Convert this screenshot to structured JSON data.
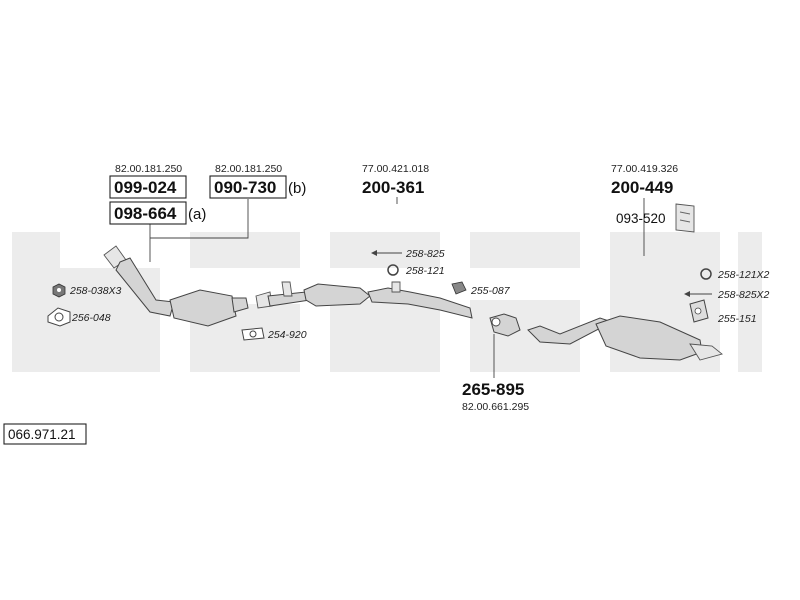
{
  "diagram_id": "066.971.21",
  "parts": {
    "p099_024": {
      "number": "099-024",
      "oe": "82.00.181.250"
    },
    "p098_664": {
      "number": "098-664",
      "suffix": "(a)"
    },
    "p090_730": {
      "number": "090-730",
      "suffix": "(b)",
      "oe": "82.00.181.250"
    },
    "p200_361": {
      "number": "200-361",
      "oe": "77.00.421.018"
    },
    "p200_449": {
      "number": "200-449",
      "oe": "77.00.419.326"
    },
    "p093_520": {
      "number": "093-520"
    },
    "p265_895": {
      "number": "265-895",
      "oe": "82.00.661.295"
    }
  },
  "accessories": {
    "a258_038x3": "258-038X3",
    "a256_048": "256-048",
    "a254_920": "254-920",
    "a258_825": "258-825",
    "a258_121": "258-121",
    "a255_087": "255-087",
    "a258_121x2": "258-121X2",
    "a258_825x2": "258-825X2",
    "a255_151": "255-151"
  },
  "colors": {
    "watermark": "#ececec",
    "pipe": "#d4d4d4",
    "outline": "#444444"
  }
}
